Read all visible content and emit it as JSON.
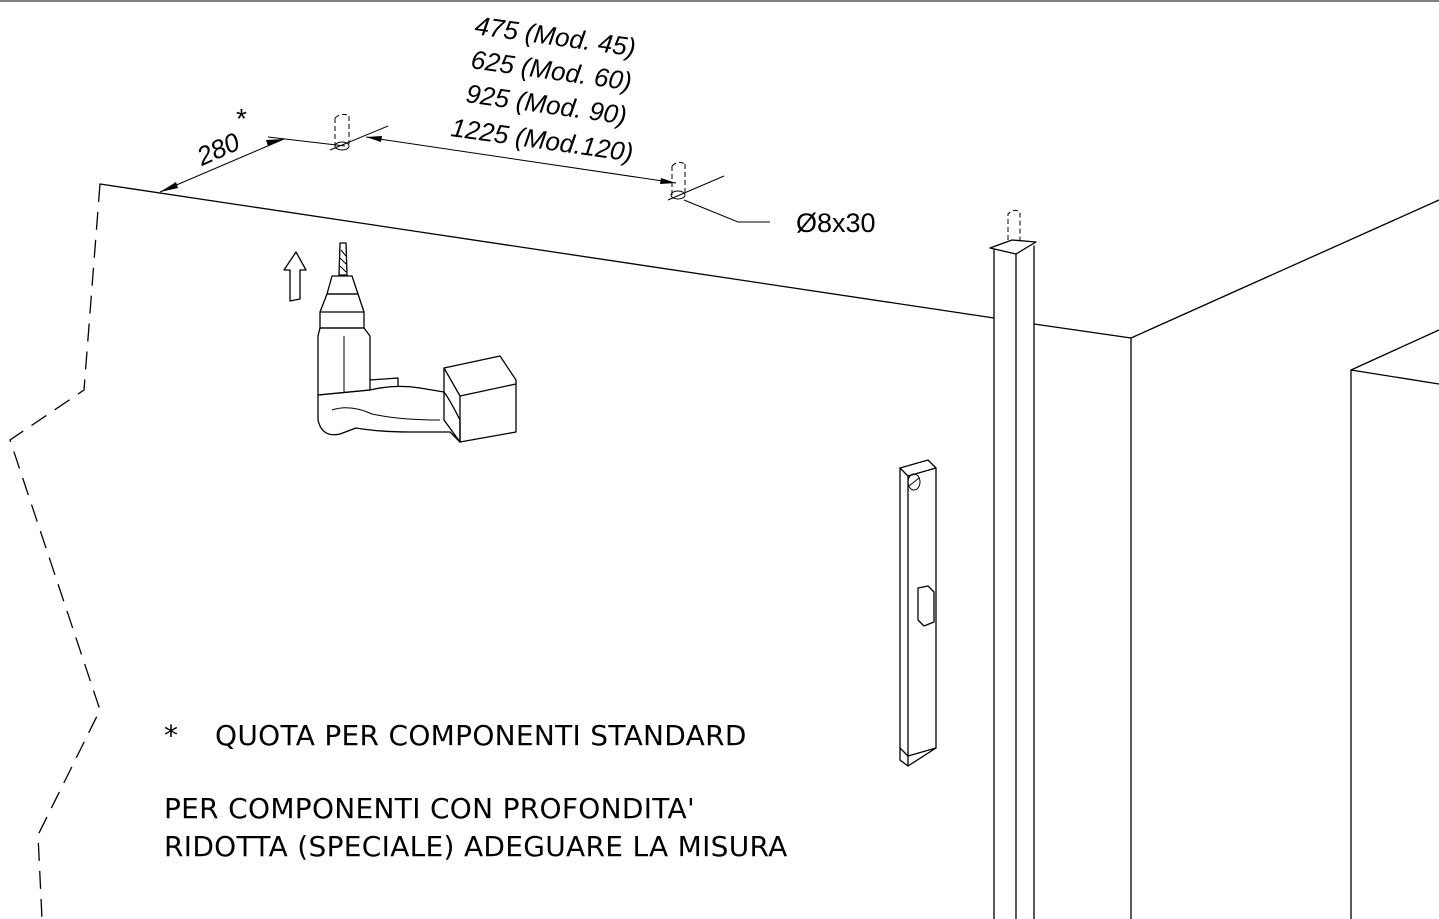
{
  "dimensions": {
    "side_offset": "280",
    "side_offset_marker": "*",
    "spacing_lines": [
      "475 (Mod. 45)",
      "625 (Mod. 60)",
      "925 (Mod. 90)",
      "1225 (Mod.120)"
    ]
  },
  "hole_label": "Ø8x30",
  "notes": {
    "asterisk": "*",
    "standard_note": "QUOTA PER COMPONENTI STANDARD",
    "special_note_line1": "PER COMPONENTI CON PROFONDITA'",
    "special_note_line2": "RIDOTTA (SPECIALE) ADEGUARE LA MISURA"
  },
  "icons": {
    "drill": "drill-icon",
    "arrow": "arrow-up-icon",
    "bracket": "mounting-bracket-icon"
  }
}
